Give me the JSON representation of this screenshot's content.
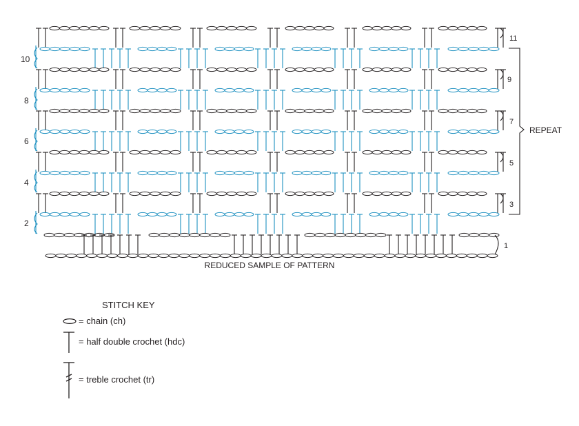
{
  "chart": {
    "caption": "REDUCED SAMPLE OF PATTERN",
    "repeat_label": "REPEAT",
    "row_numbers_left": [
      "10",
      "8",
      "6",
      "4",
      "2"
    ],
    "row_numbers_right": [
      "11",
      "9",
      "7",
      "5",
      "3",
      "1"
    ],
    "colors": {
      "dark": "#231f20",
      "blue": "#1b8fc0"
    }
  },
  "key": {
    "title": "STITCH KEY",
    "items": [
      {
        "symbol": "chain-icon",
        "label": "= chain (ch)"
      },
      {
        "symbol": "hdc-icon",
        "label": "= half double crochet (hdc)"
      },
      {
        "symbol": "tr-icon",
        "label": "= treble crochet (tr)"
      }
    ]
  }
}
